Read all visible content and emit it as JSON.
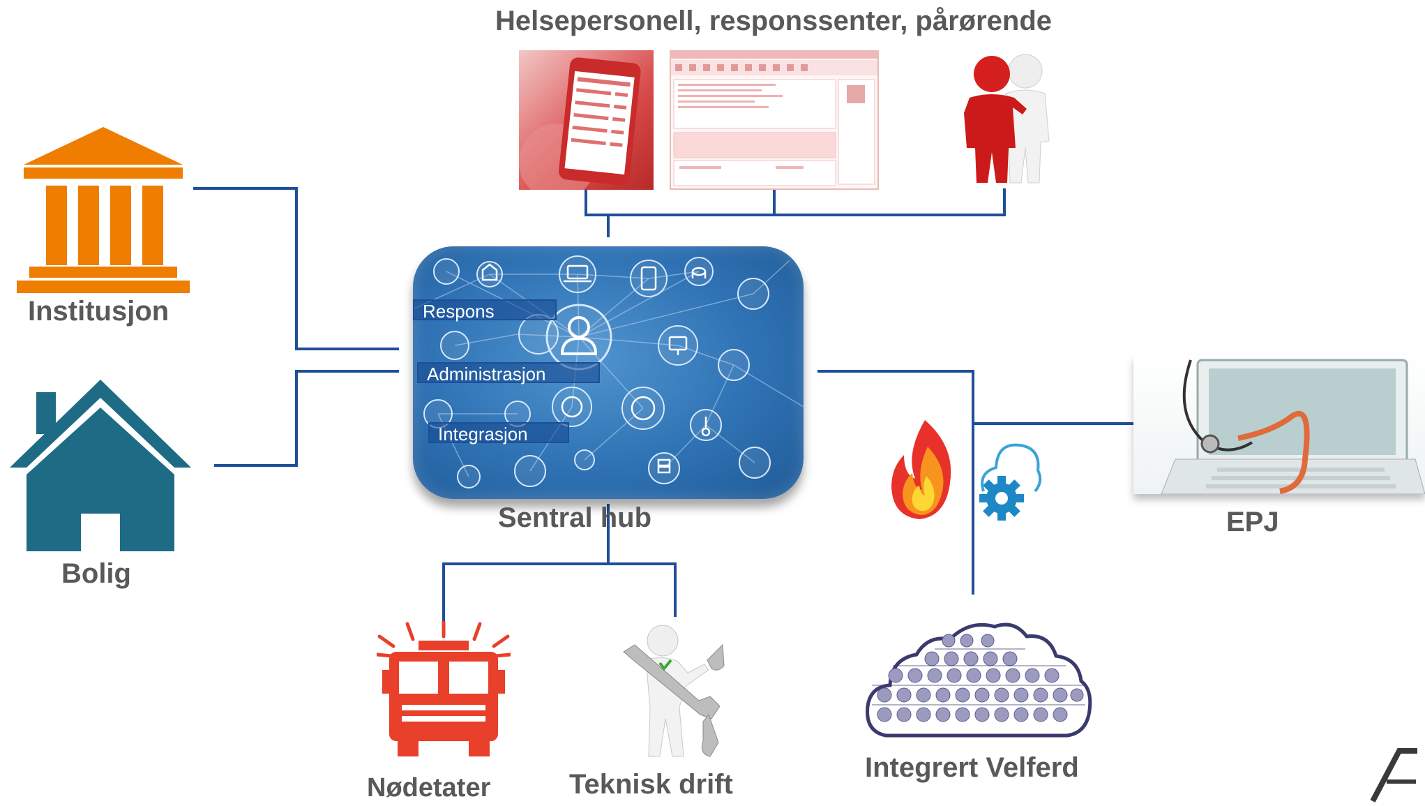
{
  "title": "Helsepersonell, responssenter, pårørende",
  "nodes": {
    "institusjon": "Institusjon",
    "bolig": "Bolig",
    "hub": "Sentral hub",
    "epj": "EPJ",
    "nodetater": "Nødetater",
    "teknisk_drift": "Teknisk drift",
    "integrert_velferd": "Integrert Velferd"
  },
  "hub_functions": [
    "Respons",
    "Administrasjon",
    "Integrasjon"
  ],
  "colors": {
    "connector": "#1f4e9a",
    "label_text": "#595959",
    "institution": "#ef7d00",
    "house": "#1e6b85",
    "hub": "#2f72b4",
    "fire_truck": "#e8402a",
    "cloud_outline": "#3a3a6e"
  },
  "icons": [
    "institution-icon",
    "house-icon",
    "smartphone-app-screenshot",
    "desktop-app-screenshot",
    "two-people-icon",
    "fire-icon",
    "cloud-gear-icon",
    "laptop-stethoscope-icon",
    "fire-truck-icon",
    "mechanic-wrench-icon",
    "welfare-tech-cloud-icon"
  ]
}
